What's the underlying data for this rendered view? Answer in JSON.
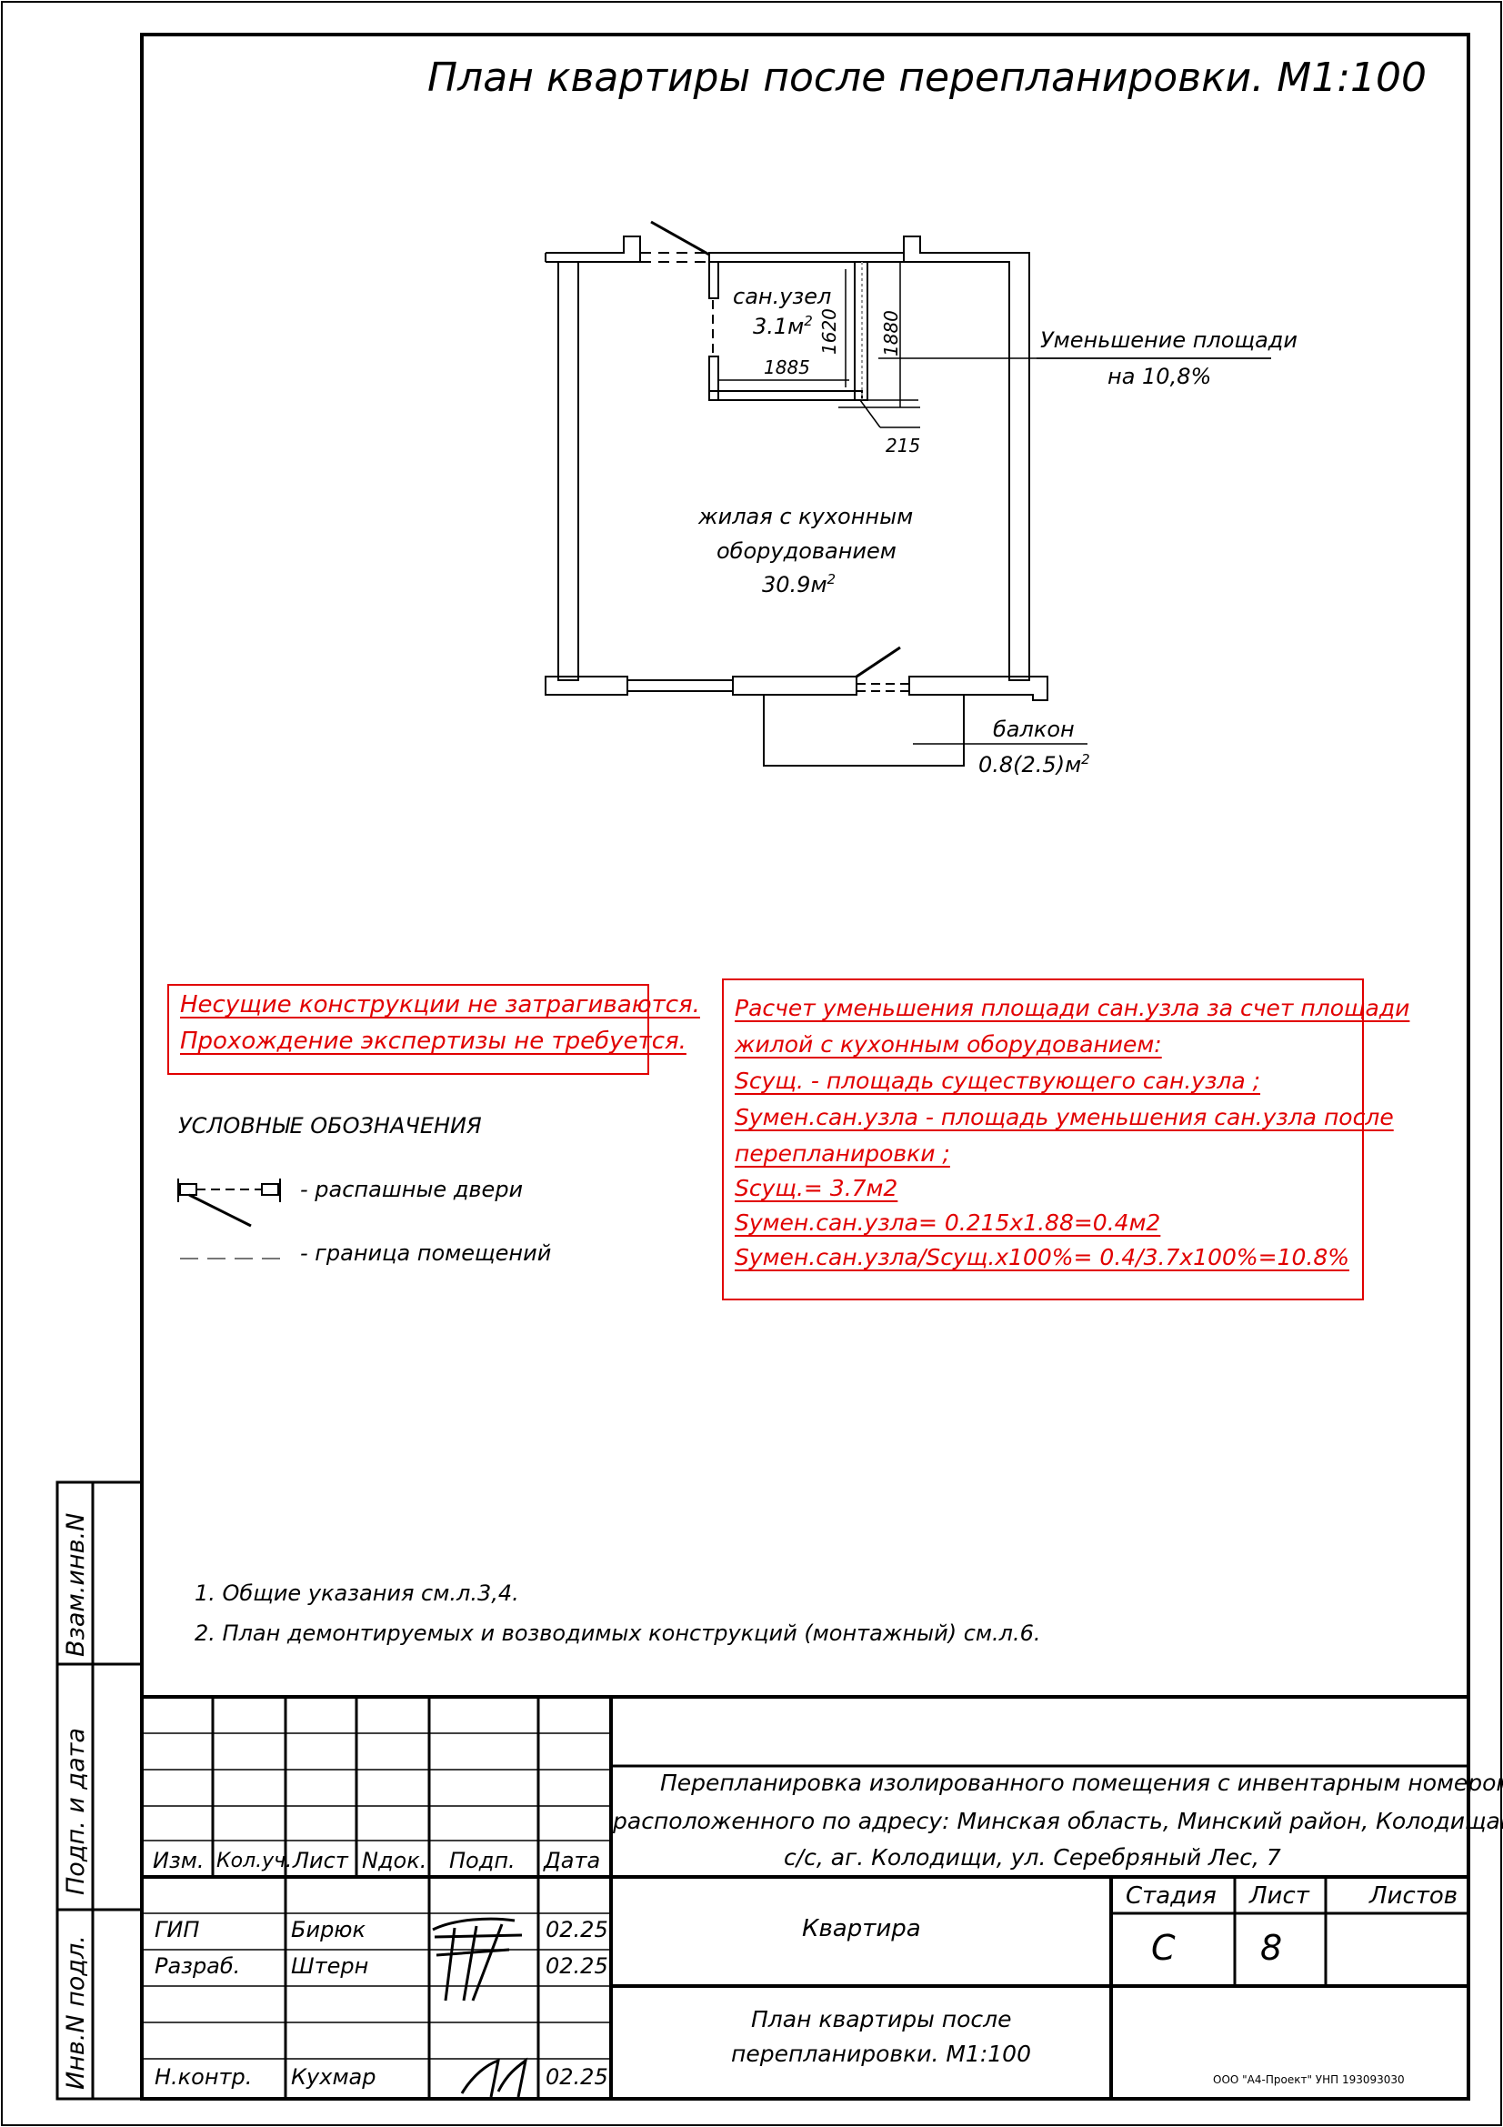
{
  "title": "План квартиры после перепланировки. М1:100",
  "plan": {
    "bath_label": "сан.узел",
    "bath_area": "3.1м",
    "bath_area_sup": "2",
    "dim_1620": "1620",
    "dim_1880": "1880",
    "dim_1885": "1885",
    "dim_215": "215",
    "reduction_line1": "Уменьшение площади",
    "reduction_line2": "на 10,8%",
    "living_line1": "жилая с кухонным",
    "living_line2": "оборудованием",
    "living_area": "30.9м",
    "living_area_sup": "2",
    "balcony_label": "балкон",
    "balcony_area": "0.8(2.5)м",
    "balcony_area_sup": "2"
  },
  "notice": {
    "line1": "Несущие конструкции не затрагиваются.",
    "line2": "Прохождение экспертизы не требуется."
  },
  "calc": {
    "lines": [
      "Расчет уменьшения площади сан.узла за счет площади",
      "жилой с кухонным оборудованием:",
      "Sсущ. - площадь существующего сан.узла ;",
      "Sумен.сан.узла - площадь уменьшения сан.узла после",
      "перепланировки ;",
      "Sсущ.= 3.7м2",
      "Sумен.сан.узла= 0.215x1.88=0.4м2",
      "Sумен.сан.узла/Sсущ.x100%= 0.4/3.7x100%=10.8%"
    ]
  },
  "legend": {
    "title": "УСЛОВНЫЕ ОБОЗНАЧЕНИЯ",
    "doors": "- распашные двери",
    "boundary": "- граница помещений"
  },
  "notes": [
    "1.  Общие указания см.л.3,4.",
    "2.  План демонтируемых и возводимых конструкций (монтажный) см.л.6."
  ],
  "side_labels": {
    "vzam": "Взам.инв.N",
    "podp": "Подп. и дата",
    "inv": "Инв.N подл."
  },
  "stamp": {
    "headers": [
      "Изм.",
      "Кол.уч.",
      "Лист",
      "Nдок.",
      "Подп.",
      "Дата"
    ],
    "rows": [
      {
        "role": "ГИП",
        "name": "Бирюк",
        "date": "02.25"
      },
      {
        "role": "Разраб.",
        "name": "Штерн",
        "date": "02.25"
      },
      {
        "role": "Н.контр.",
        "name": "Кухмар",
        "date": "02.25"
      }
    ],
    "project_line1": "Перепланировка изолированного помещения с инвентарным номером,",
    "project_line2": "расположенного по адресу: Минская область, Минский район, Колодищанский",
    "project_line3": "с/с, аг. Колодищи, ул. Серебряный Лес, 7",
    "object": "Квартира",
    "sheet_title1": "План квартиры после",
    "sheet_title2": "перепланировки. М1:100",
    "stage_header": "Стадия",
    "sheet_header": "Лист",
    "sheets_header": "Листов",
    "stage_value": "С",
    "sheet_value": "8",
    "company": "ООО \"А4-Проект\" УНП 193093030"
  }
}
